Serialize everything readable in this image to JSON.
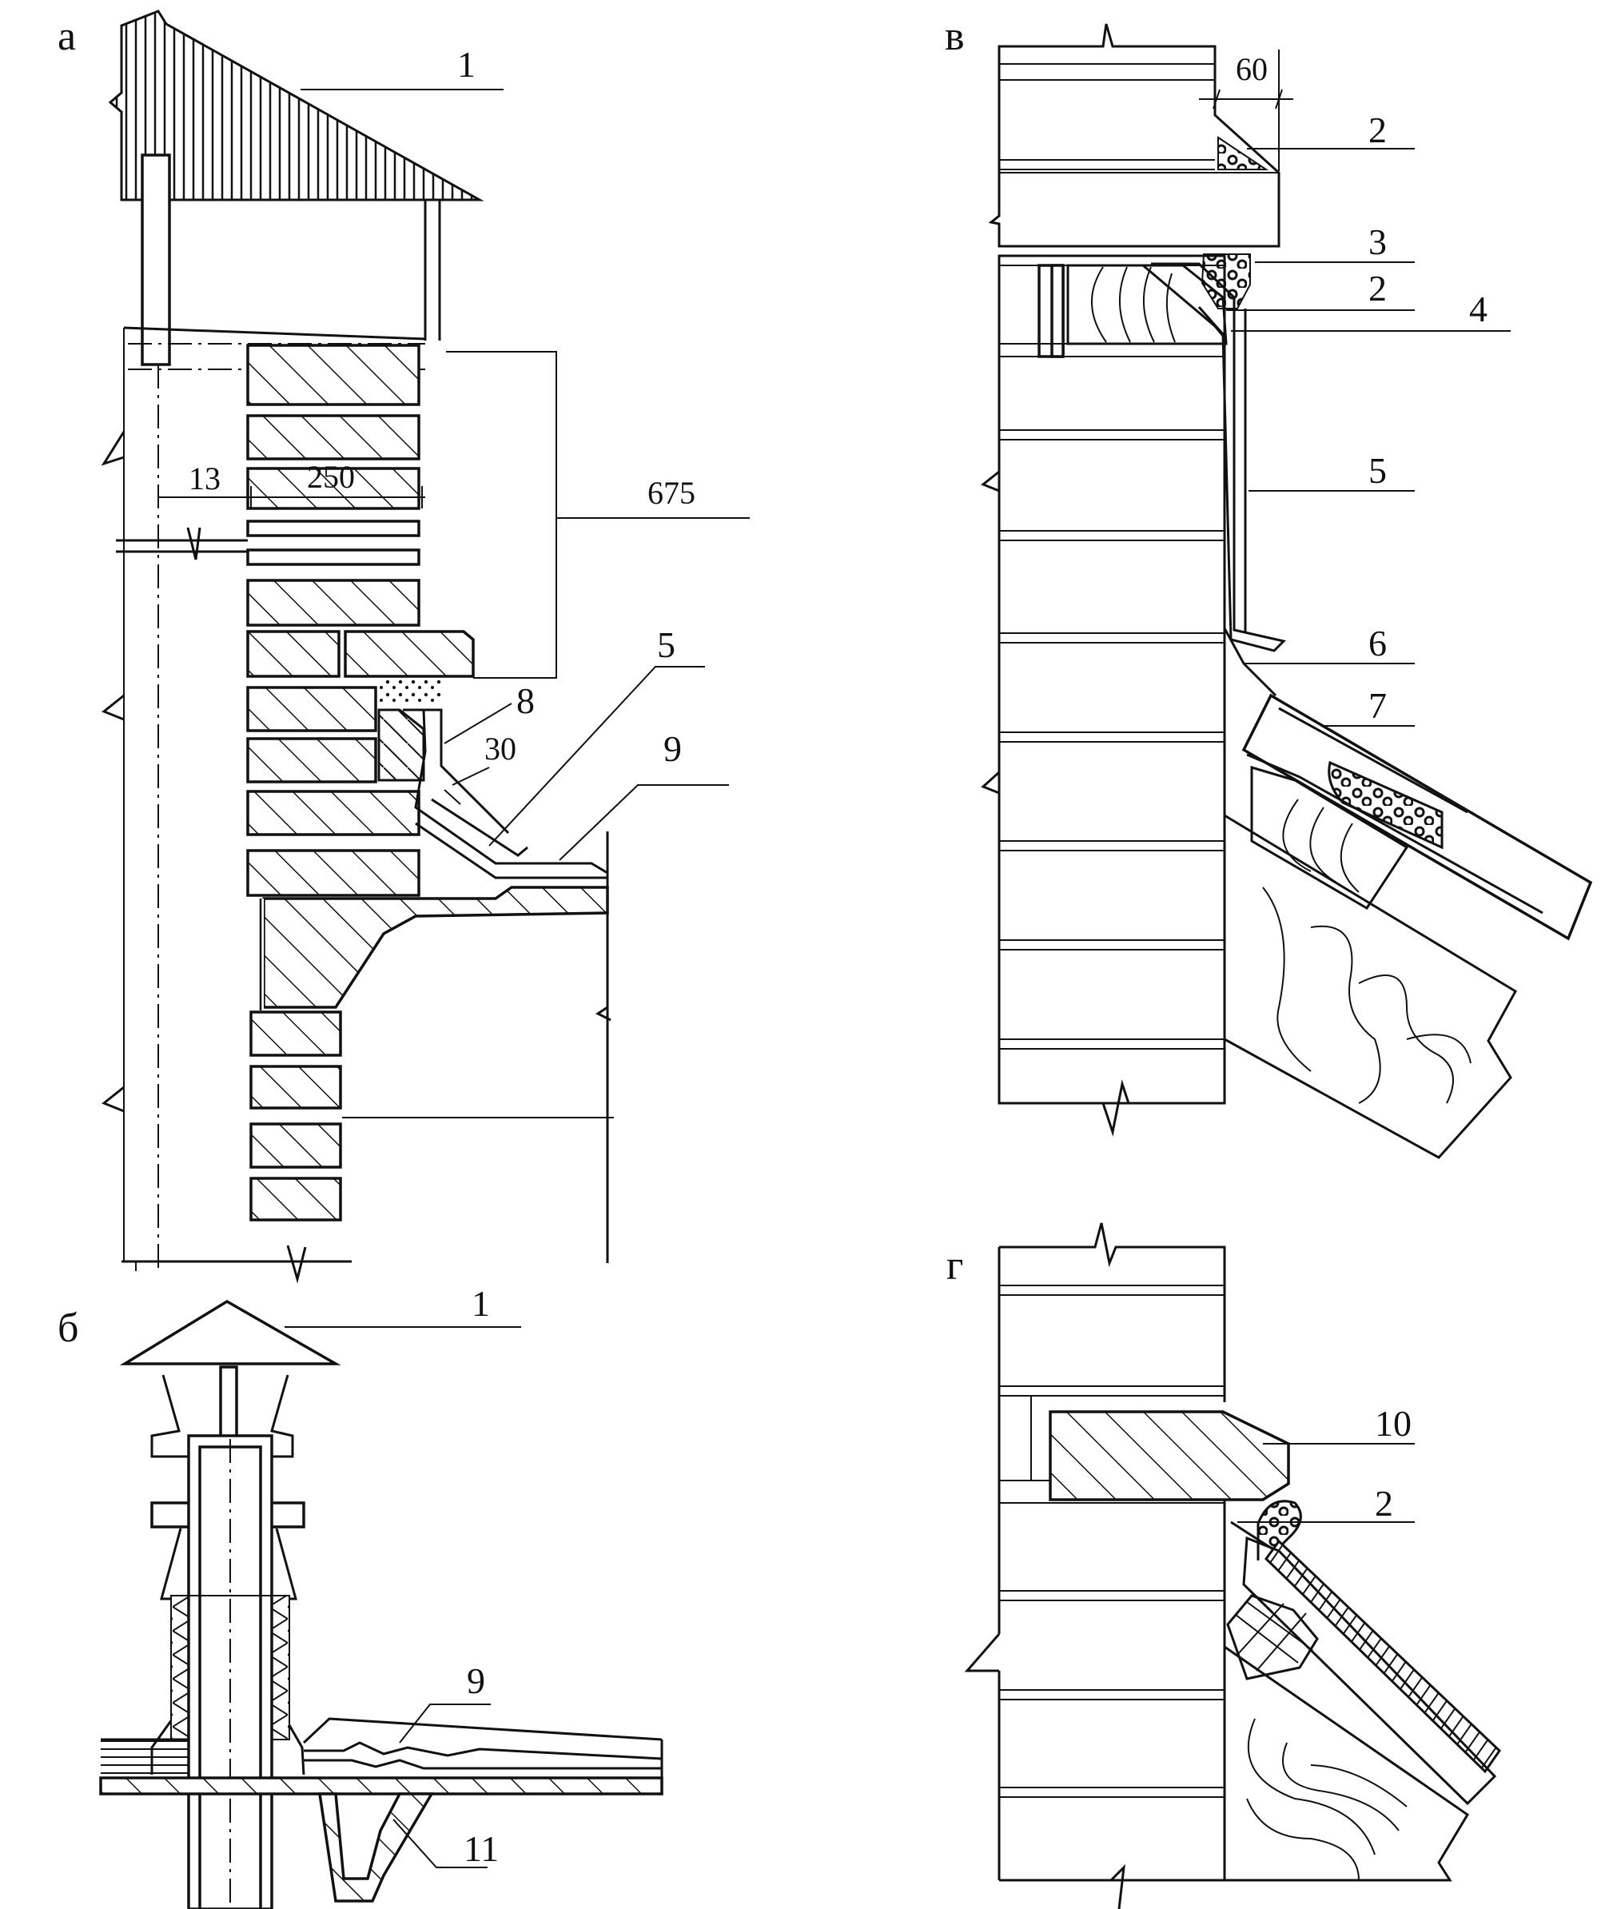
{
  "panels": {
    "a": "а",
    "b": "б",
    "v": "в",
    "g": "г"
  },
  "labels": {
    "a_1": "1",
    "a_5": "5",
    "a_8": "8",
    "a_9": "9",
    "b_1": "1",
    "b_9": "9",
    "b_11": "11",
    "v_2_top": "2",
    "v_3": "3",
    "v_2_mid": "2",
    "v_4": "4",
    "v_5": "5",
    "v_6": "6",
    "v_7": "7",
    "g_10": "10",
    "g_2": "2"
  },
  "dimensions": {
    "a_13": "13",
    "a_250": "250",
    "a_675": "675",
    "a_30": "30",
    "v_60": "60"
  }
}
